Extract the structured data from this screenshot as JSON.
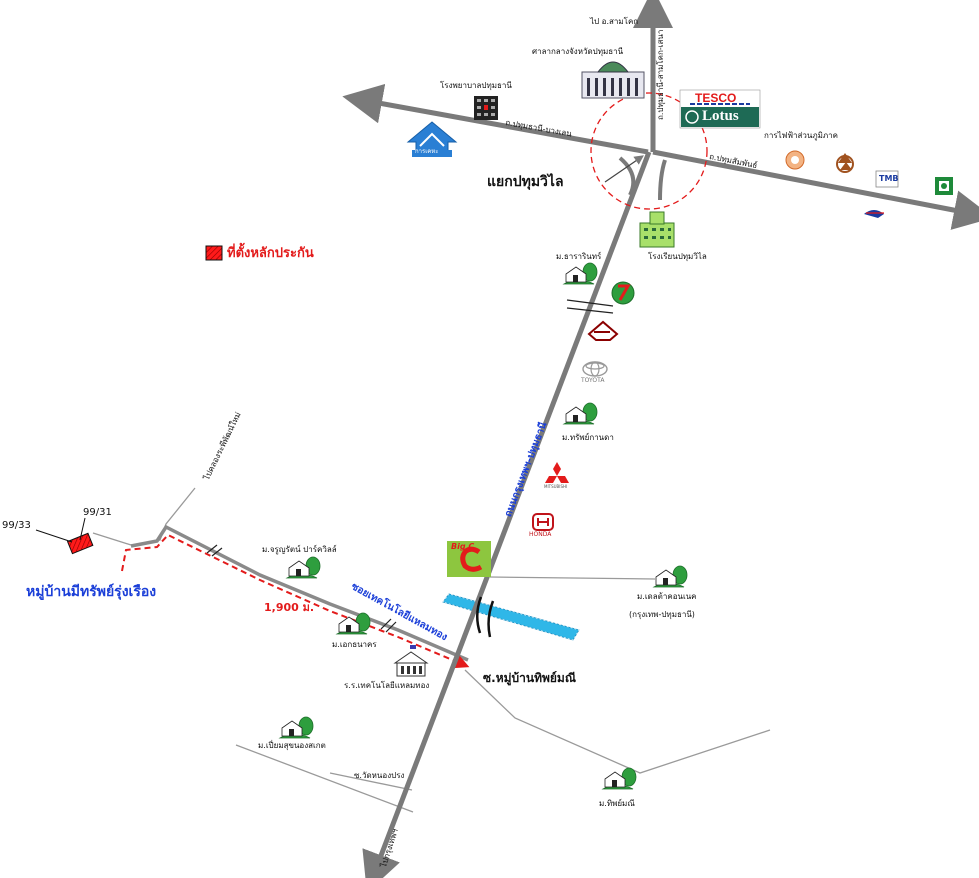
{
  "labels": {
    "to_samkhok": "ไป อ.สามโคก",
    "road_ptn_samkhok": "ถ.ปทุมธานี-สามโคก-เสนา",
    "city_hall": "ศาลากลางจังหวัดปทุมธานี",
    "hospital": "โรงพยาบาลปทุมธานี",
    "road_ptn_bangkhen": "ถ.ปทุมธานี-บางเลน",
    "road_pathumsamphan": "ถ.ปทุมสัมพันธ์",
    "pea": "การไฟฟ้าส่วนภูมิภาค",
    "intersection": "แยกปทุมวิไล",
    "school": "โรงเรียนปทุมวิไล",
    "village_tararin": "ม.ธารารินทร์",
    "village_sap_kanda": "ม.ทรัพย์กานดา",
    "road_krungthep_ptn": "ถนนกรุงเทพฯ-ปทุมธานี",
    "collateral_legend": "ที่ตั้งหลักประกัน",
    "to_rangsit_klong": "ไปคลองระพีพัฒน์ใหม่",
    "plot_a": "99/31",
    "plot_b": "99/33",
    "village_main": "หมู่บ้านมีทรัพย์รุ่งเรือง",
    "village_charoenrat": "ม.จรูญรัตน์ ปาร์ควิลล์",
    "distance": "1,900 ม.",
    "soi_technology": "ซอยเทคโนโลยีแหลมทอง",
    "village_ekthanakon": "ม.เอกธนาคร",
    "school_tech": "ร.ร.เทคโนโลยีแหลมทอง",
    "soi_thipmanee": "ซ.หมู่บ้านทิพย์มณี",
    "village_delta": "ม.เดลต้าคอนเนค",
    "delta_sub": "(กรุงเทพ-ปทุมธานี)",
    "village_piamsuk": "ม.เปี่ยมสุขนองสเกต",
    "soi_wat": "ซ.วัดหนองปรง",
    "to_bangkok": "ไปกรุงเทพฯ",
    "village_thipmanee": "ม.ทิพย์มณี"
  },
  "brands": {
    "tesco": "TESCO",
    "lotus": "Lotus",
    "bigc": "Big C",
    "toyota": "TOYOTA",
    "honda": "HONDA",
    "tmb": "TMB",
    "mitsubishi": "MITSUBISHI",
    "housing": "การเคหะ"
  },
  "colors": {
    "road": "#8a8a8a",
    "route": "#e31b1b",
    "canal": "#2fb7e8",
    "accent_blue": "#1b3fd8"
  }
}
